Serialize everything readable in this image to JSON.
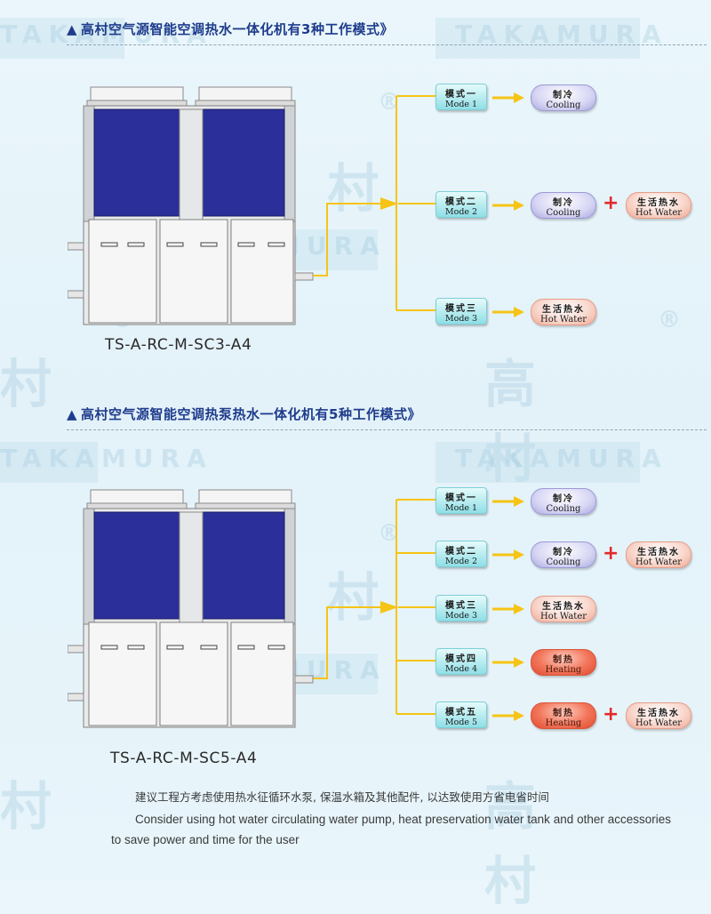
{
  "watermark": {
    "brand_en": "TAKAMURA",
    "brand_cn": "高 村",
    "brand_cn2": "村",
    "reg": "®"
  },
  "section1": {
    "title": "高村空气源智能空调热水一体化机有3种工作模式》",
    "model": "TS-A-RC-M-SC3-A4",
    "modes": [
      {
        "cn": "模式一",
        "en": "Mode 1",
        "outputs": [
          {
            "cn": "制冷",
            "en": "Cooling",
            "kind": "cool"
          }
        ]
      },
      {
        "cn": "模式二",
        "en": "Mode 2",
        "outputs": [
          {
            "cn": "制冷",
            "en": "Cooling",
            "kind": "cool"
          },
          {
            "cn": "生活热水",
            "en": "Hot Water",
            "kind": "hotw"
          }
        ]
      },
      {
        "cn": "模式三",
        "en": "Mode 3",
        "outputs": [
          {
            "cn": "生活热水",
            "en": "Hot Water",
            "kind": "hotw"
          }
        ]
      }
    ]
  },
  "section2": {
    "title": "高村空气源智能空调热泵热水一体化机有5种工作模式》",
    "model": "TS-A-RC-M-SC5-A4",
    "modes": [
      {
        "cn": "模式一",
        "en": "Mode 1",
        "outputs": [
          {
            "cn": "制冷",
            "en": "Cooling",
            "kind": "cool"
          }
        ]
      },
      {
        "cn": "模式二",
        "en": "Mode 2",
        "outputs": [
          {
            "cn": "制冷",
            "en": "Cooling",
            "kind": "cool"
          },
          {
            "cn": "生活热水",
            "en": "Hot Water",
            "kind": "hotw"
          }
        ]
      },
      {
        "cn": "模式三",
        "en": "Mode 3",
        "outputs": [
          {
            "cn": "生活热水",
            "en": "Hot Water",
            "kind": "hotw"
          }
        ]
      },
      {
        "cn": "模式四",
        "en": "Mode 4",
        "outputs": [
          {
            "cn": "制热",
            "en": "Heating",
            "kind": "heat"
          }
        ]
      },
      {
        "cn": "模式五",
        "en": "Mode 5",
        "outputs": [
          {
            "cn": "制热",
            "en": "Heating",
            "kind": "heat"
          },
          {
            "cn": "生活热水",
            "en": "Hot Water",
            "kind": "hotw"
          }
        ]
      }
    ]
  },
  "note": {
    "cn": "建议工程方考虑使用热水征循环水泵, 保温水箱及其他配件, 以达致使用方省电省时间",
    "en": "Consider using hot water circulating water pump, heat preservation water tank and other accessories to save power and time for the user"
  },
  "colors": {
    "title": "#1f3c8c",
    "arrow": "#f6c416",
    "plus": "#e22b2b",
    "coil": "#2a2f9a"
  }
}
